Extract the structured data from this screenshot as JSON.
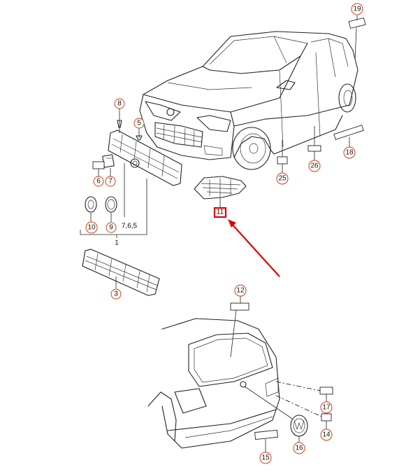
{
  "diagram": {
    "callouts": {
      "c19": "19",
      "c18": "18",
      "c26": "26",
      "c25": "25",
      "c8": "8",
      "c5": "5",
      "c6": "6",
      "c7": "7",
      "c10": "10",
      "c9": "9",
      "c765": "7,6,5",
      "c1": "1",
      "c3": "3",
      "c11": "11",
      "c12": "12",
      "c17": "17",
      "c14": "14",
      "c16": "16",
      "c15": "15"
    },
    "highlight": {
      "target_callout": "11",
      "box_color": "#e00000",
      "arrow_color": "#e00000"
    },
    "callout_ring_color": "#d04010"
  }
}
